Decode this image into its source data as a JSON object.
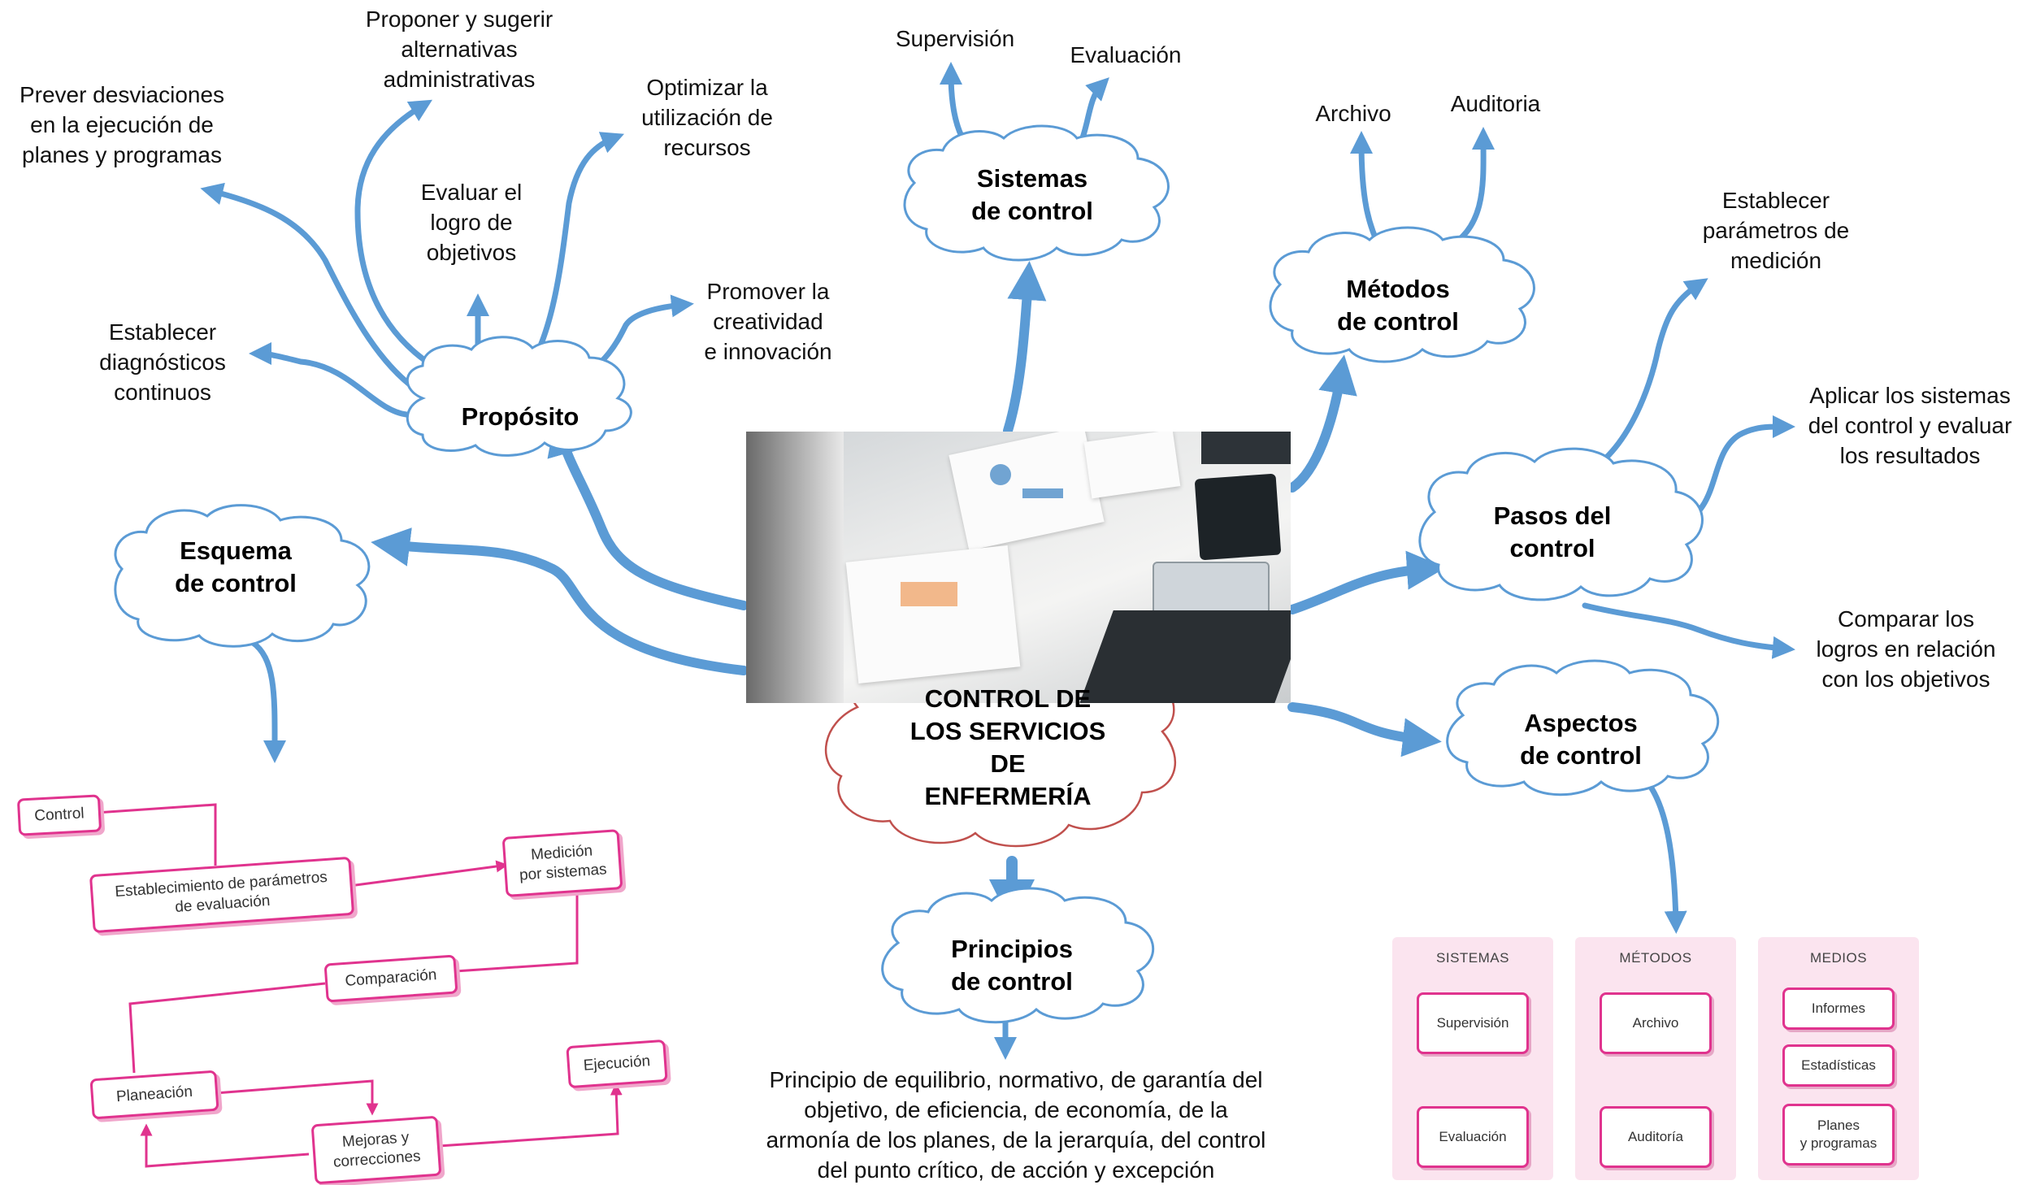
{
  "center": {
    "title": "CONTROL DE\nLOS SERVICIOS\nDE\nENFERMERÍA"
  },
  "nodes": {
    "proposito": "Propósito",
    "esquema": "Esquema\nde control",
    "sistemas": "Sistemas\nde control",
    "metodos": "Métodos\nde control",
    "pasos": "Pasos del\ncontrol",
    "aspectos": "Aspectos\nde control",
    "principios": "Principios\nde control"
  },
  "proposito_items": {
    "prever": "Prever desviaciones\nen la ejecución de\nplanes y programas",
    "proponer": "Proponer y sugerir\nalternativas\nadministrativas",
    "optimizar": "Optimizar la\nutilización de\nrecursos",
    "evaluar": "Evaluar el\nlogro de\nobjetivos",
    "promover": "Promover la\ncreatividad\ne innovación",
    "establecer": "Establecer\ndiagnósticos\ncontinuos"
  },
  "sistemas_items": {
    "supervision": "Supervisión",
    "evaluacion": "Evaluación"
  },
  "metodos_items": {
    "archivo": "Archivo",
    "auditoria": "Auditoria"
  },
  "pasos_items": {
    "parametros": "Establecer\nparámetros de\nmedición",
    "aplicar": "Aplicar los sistemas\ndel control y evaluar\nlos resultados",
    "comparar": "Comparar los\nlogros en relación\ncon los objetivos"
  },
  "principios_text": "Principio de equilibrio, normativo, de garantía del\nobjetivo, de eficiencia, de economía, de la\narmonía de los planes, de la jerarquía, del control\ndel punto crítico, de acción y excepción",
  "aspectos_panels": [
    {
      "title": "SISTEMAS",
      "items": [
        "Supervisión",
        "Evaluación"
      ]
    },
    {
      "title": "MÉTODOS",
      "items": [
        "Archivo",
        "Auditoría"
      ]
    },
    {
      "title": "MEDIOS",
      "items": [
        "Informes",
        "Estadísticas",
        "Planes\ny programas"
      ]
    }
  ],
  "esquema_flow": {
    "control": "Control",
    "establecimiento": "Establecimiento de parámetros\nde evaluación",
    "medicion": "Medición\npor sistemas",
    "comparacion": "Comparación",
    "planeacion": "Planeación",
    "ejecucion": "Ejecución",
    "mejoras": "Mejoras y\ncorrecciones"
  },
  "colors": {
    "arrow": "#5b9bd5",
    "cloud_stroke": "#5b9bd5",
    "center_stroke": "#c0504d",
    "pink": "#e0338e",
    "panel": "#fbe4ef"
  }
}
